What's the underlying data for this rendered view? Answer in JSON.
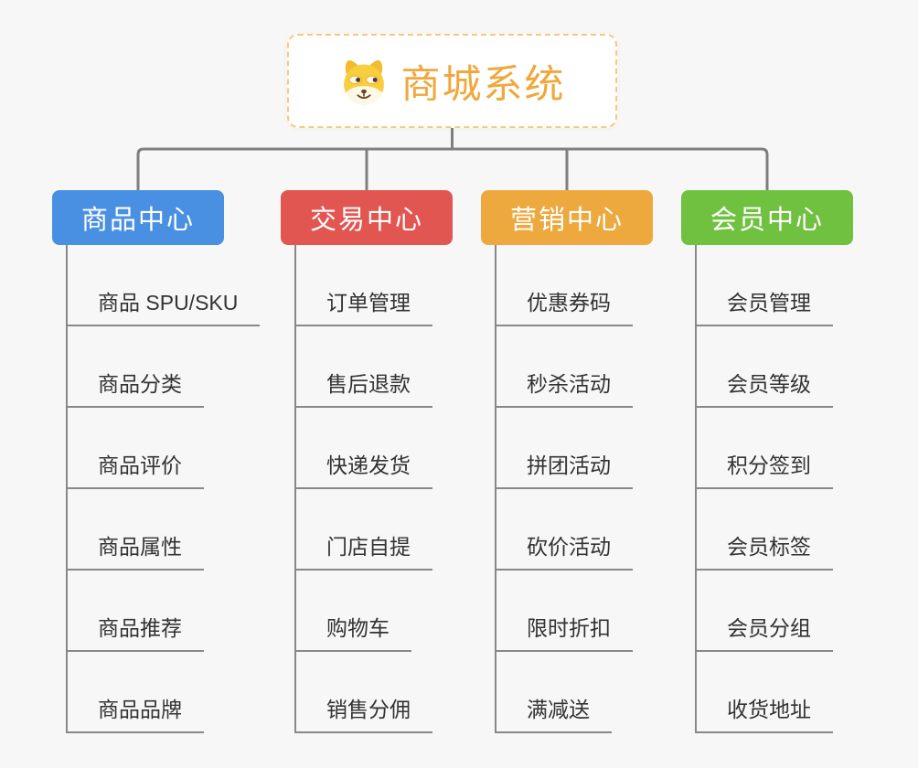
{
  "canvas": {
    "background": "#f7f7f7",
    "connector_color": "#7f7f7f",
    "leaf_line_color": "#888888",
    "leaf_text_color": "#333333"
  },
  "root": {
    "title": "商城系统",
    "icon": "dog-face-icon",
    "text_color": "#f1a73c",
    "border_color": "#f7c87e",
    "background": "#ffffff"
  },
  "branches": [
    {
      "label": "商品中心",
      "color": "#4a90e2",
      "children": [
        "商品 SPU/SKU",
        "商品分类",
        "商品评价",
        "商品属性",
        "商品推荐",
        "商品品牌"
      ]
    },
    {
      "label": "交易中心",
      "color": "#e25652",
      "children": [
        "订单管理",
        "售后退款",
        "快递发货",
        "门店自提",
        "购物车",
        "销售分佣"
      ]
    },
    {
      "label": "营销中心",
      "color": "#eda93d",
      "children": [
        "优惠券码",
        "秒杀活动",
        "拼团活动",
        "砍价活动",
        "限时折扣",
        "满减送"
      ]
    },
    {
      "label": "会员中心",
      "color": "#6fc13f",
      "children": [
        "会员管理",
        "会员等级",
        "积分签到",
        "会员标签",
        "会员分组",
        "收货地址"
      ]
    }
  ]
}
